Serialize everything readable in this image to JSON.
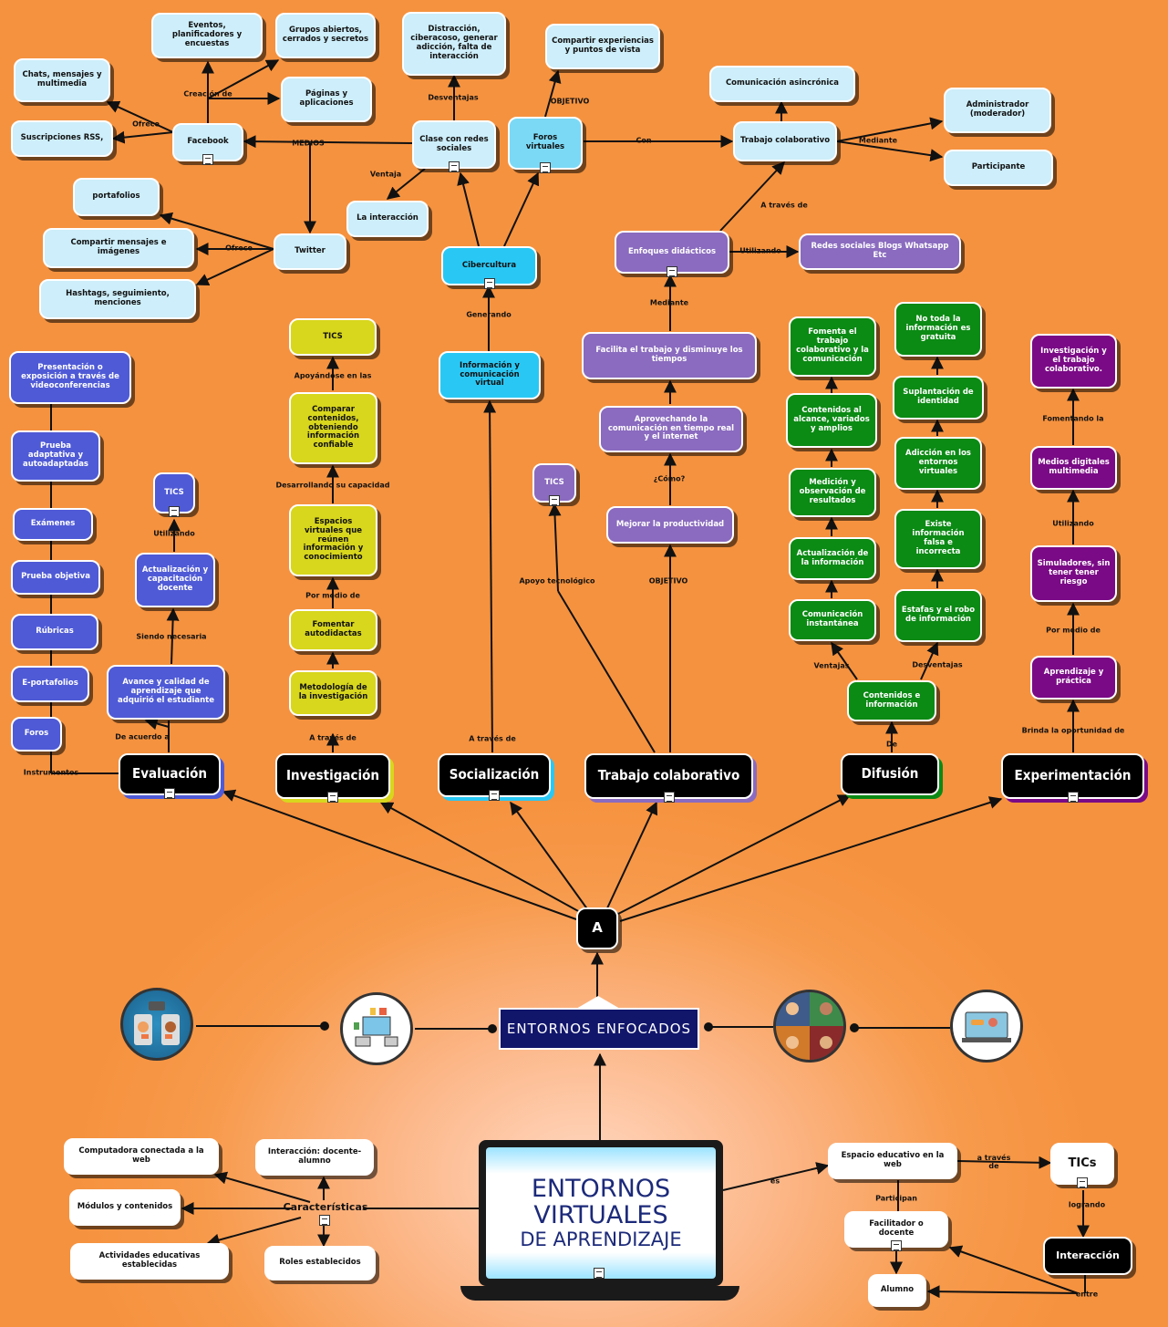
{
  "header_badge": "A",
  "banner": "ENTORNOS ENFOCADOS",
  "central": {
    "line1": "ENTORNOS",
    "line2": "VIRTUALES",
    "line3": "DE APRENDIZAJE"
  },
  "categories": {
    "evaluacion": "Evaluación",
    "investigacion": "Investigación",
    "socializacion": "Socialización",
    "trabajo": "Trabajo colaborativo",
    "difusion": "Difusión",
    "experimentacion": "Experimentación"
  },
  "social": {
    "eventos": "Eventos, planificadores y encuestas",
    "grupos": "Grupos abiertos, cerrados y secretos",
    "chats": "Chats, mensajes y multimedia",
    "paginas": "Páginas y aplicaciones",
    "suscripciones": "Suscripciones RSS,",
    "facebook": "Facebook",
    "distraccion": "Distracción, ciberacoso, generar adicción, falta de interacción",
    "clase": "Clase con redes sociales",
    "interaccion": "La interacción",
    "portafolios": "portafolios",
    "compartir_msg": "Compartir mensajes e imágenes",
    "twitter": "Twitter",
    "hashtags": "Hashtags, seguimiento, menciones",
    "foros": "Foros virtuales",
    "compartir_exp": "Compartir experiencias y puntos de vista",
    "cibercultura": "Cibercultura",
    "informacion": "Información y comunicación virtual"
  },
  "collab": {
    "com_asinc": "Comunicación asincrónica",
    "trabajo": "Trabajo colaborativo",
    "admin": "Administrador (moderador)",
    "participante": "Participante",
    "enfoques": "Enfoques didácticos",
    "redes": "Redes sociales Blogs Whatsapp Etc",
    "facilita": "Facilita el trabajo y disminuye los tiempos",
    "aprovechando": "Aprovechando la comunicación en tiempo real y el internet",
    "mejorar": "Mejorar la productividad",
    "tics": "TICS"
  },
  "eval": {
    "presentacion": "Presentación o exposición a través de videoconferencias",
    "prueba_adapt": "Prueba adaptativa y autoadaptadas",
    "examenes": "Exámenes",
    "prueba_obj": "Prueba objetiva",
    "rubricas": "Rúbricas",
    "eportafolios": "E-portafolios",
    "foros": "Foros",
    "tics": "TICS",
    "actualizacion": "Actualización y capacitación docente",
    "avance": "Avance y calidad de aprendizaje que adquirió el estudiante"
  },
  "invest": {
    "tics": "TICS",
    "comparar": "Comparar contenidos, obteniendo información confiable",
    "espacios": "Espacios virtuales que reúnen información y conocimiento",
    "fomentar": "Fomentar autodidactas",
    "metodologia": "Metodología de la investigación"
  },
  "difusion": {
    "fomenta": "Fomenta el trabajo colaborativo y la comunicación",
    "contenidos_alc": "Contenidos al alcance, variados y amplios",
    "medicion": "Medición y observación de resultados",
    "actualizacion": "Actualización de la información",
    "comunicacion": "Comunicación instantánea",
    "no_toda": "No toda la información es gratuita",
    "suplantacion": "Suplantación de identidad",
    "adiccion": "Adicción en los entornos virtuales",
    "existe": "Existe información falsa e incorrecta",
    "estafas": "Estafas y el robo de información",
    "contenidos_inf": "Contenidos e información"
  },
  "exper": {
    "investigacion": "Investigación y el trabajo colaborativo.",
    "medios": "Medios digitales multimedia",
    "simuladores": "Simuladores, sin tener tener riesgo",
    "aprendizaje": "Aprendizaje y práctica"
  },
  "bottom": {
    "computadora": "Computadora conectada a la web",
    "interaccion_da": "Interacción: docente-alumno",
    "modulos": "Módulos y contenidos",
    "caracteristicas": "Características",
    "actividades": "Actividades educativas establecidas",
    "roles": "Roles establecidos",
    "espacio": "Espacio educativo en la web",
    "tics": "TICs",
    "facilitador": "Facilitador o docente",
    "interaccion": "Interacción",
    "alumno": "Alumno"
  },
  "labels": {
    "creacion_de": "Creación de",
    "ofrece1": "Ofrece",
    "medios": "MEDIOS",
    "desventajas1": "Desventajas",
    "ventaja": "Ventaja",
    "objetivo1": "OBJETIVO",
    "con": "Con",
    "mediante1": "Mediante",
    "a_traves_de1": "A través de",
    "ofrece2": "Ofrece",
    "utilizando1": "Utilizando",
    "generando": "Generando",
    "mediante2": "Mediante",
    "como": "¿Cómo?",
    "apoyo": "Apoyo tecnológico",
    "objetivo2": "OBJETIVO",
    "apoyandose": "Apoyándose en las",
    "desarrollando": "Desarrollando su capacidad",
    "por_medio_de1": "Por medio de",
    "a_traves_de2": "A través de",
    "a_traves_de3": "A través de",
    "utilizando2": "Utilizando",
    "siendo": "Siendo necesaria",
    "de_acuerdo": "De acuerdo a",
    "instrumentos": "Instrumentos",
    "ventajas": "Ventajas",
    "desventajas2": "Desventajas",
    "de": "De",
    "fomentando": "Fomentando la",
    "utilizando3": "Utilizando",
    "por_medio_de2": "Por medio de",
    "brinda": "Brinda la oportunidad de",
    "es": "es",
    "a_traves_de4": "a través\nde",
    "participan": "Participan",
    "logrando": "logrando",
    "entre": "entre"
  },
  "icons": [
    "document-icon",
    "laptop-icon",
    "phone-chat-icon",
    "devices-icon",
    "collage-icon",
    "videocall-icon"
  ],
  "colors": {
    "background": "#f5923f",
    "light_blue": "#cdeefa",
    "cyan": "#29c8f4",
    "purple": "#8a6bbf",
    "blue": "#4f5ad6",
    "yellow": "#d8d61d",
    "green": "#0b8a14",
    "violet": "#7a0a86",
    "banner": "#11166b"
  }
}
